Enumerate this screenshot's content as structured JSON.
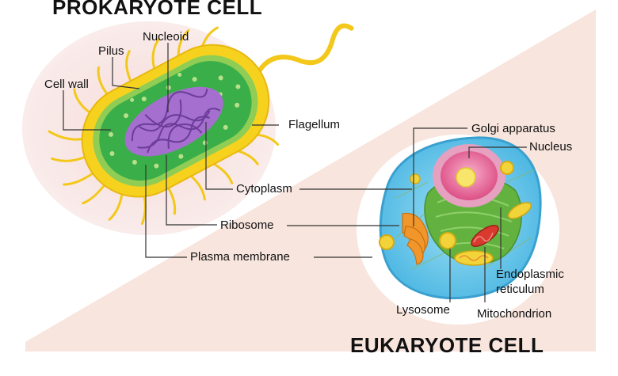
{
  "titles": {
    "prokaryote": "PROKARYOTE CELL",
    "eukaryote": "EUKARYOTE CELL"
  },
  "prokaryote_labels": {
    "nucleoid": "Nucleoid",
    "pilus": "Pilus",
    "cell_wall": "Cell wall",
    "flagellum": "Flagellum",
    "cytoplasm": "Cytoplasm",
    "ribosome": "Ribosome",
    "plasma_membrane": "Plasma membrane"
  },
  "eukaryote_labels": {
    "golgi_apparatus": "Golgi apparatus",
    "nucleus": "Nucleus",
    "endoplasmic_line1": "Endoplasmic",
    "endoplasmic_line2": "reticulum",
    "lysosome": "Lysosome",
    "mitochondrion": "Mitochondrion"
  },
  "colors": {
    "background_shape": "#f8e4dc",
    "cell_wall": "#f6d21e",
    "capsule_glow": "#f9e8e8",
    "cytoplasm_green": "#3db04a",
    "nucleoid_purple": "#a56fcf",
    "euk_membrane": "#5fc6e8",
    "nucleus_pink": "#e0568d",
    "golgi_orange": "#f0962a",
    "er_green": "#63b23f",
    "mitochondrion_red": "#d83a2f",
    "leader_line": "#333333"
  }
}
